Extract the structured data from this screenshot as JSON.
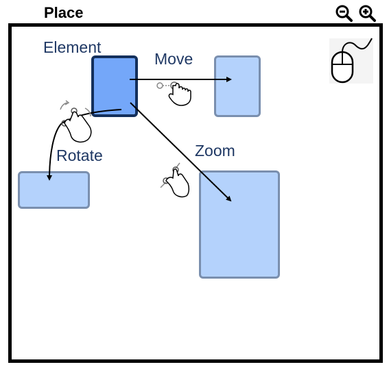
{
  "header": {
    "title": "Place"
  },
  "toolbar": {
    "zoom_out_icon": "zoom-out-icon",
    "zoom_in_icon": "zoom-in-icon"
  },
  "canvas": {
    "labels": {
      "element": "Element",
      "move": "Move",
      "rotate": "Rotate",
      "zoom": "Zoom"
    },
    "icons": {
      "mouse": "mouse-icon",
      "move_gesture": "drag-gesture-icon",
      "rotate_gesture": "rotate-gesture-icon",
      "zoom_gesture": "pinch-gesture-icon"
    }
  },
  "colors": {
    "element_fill": "#74a7f9",
    "element_border": "#14305c",
    "ghost_fill": "#b4d2fc",
    "ghost_border": "#7a8fae",
    "label_text": "#1f3864"
  }
}
